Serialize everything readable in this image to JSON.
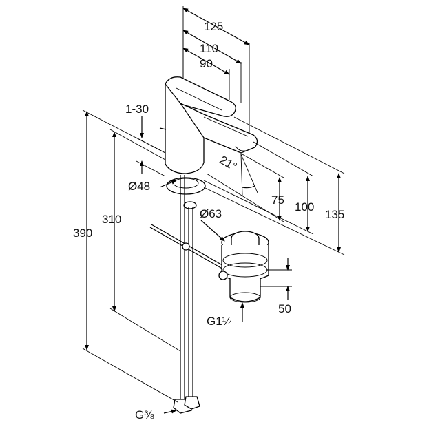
{
  "dimensions": {
    "width_125": "125",
    "width_110": "110",
    "width_90": "90",
    "thickness": "1-30",
    "diameter_48": "Ø48",
    "diameter_63": "Ø63",
    "angle": "21°",
    "height_75": "75",
    "height_100": "100",
    "height_135": "135",
    "height_310": "310",
    "height_390": "390",
    "drain_50": "50",
    "thread_waste": "G1¼",
    "thread_hose": "G⅜"
  },
  "colors": {
    "line": "#000000",
    "background": "#ffffff"
  }
}
